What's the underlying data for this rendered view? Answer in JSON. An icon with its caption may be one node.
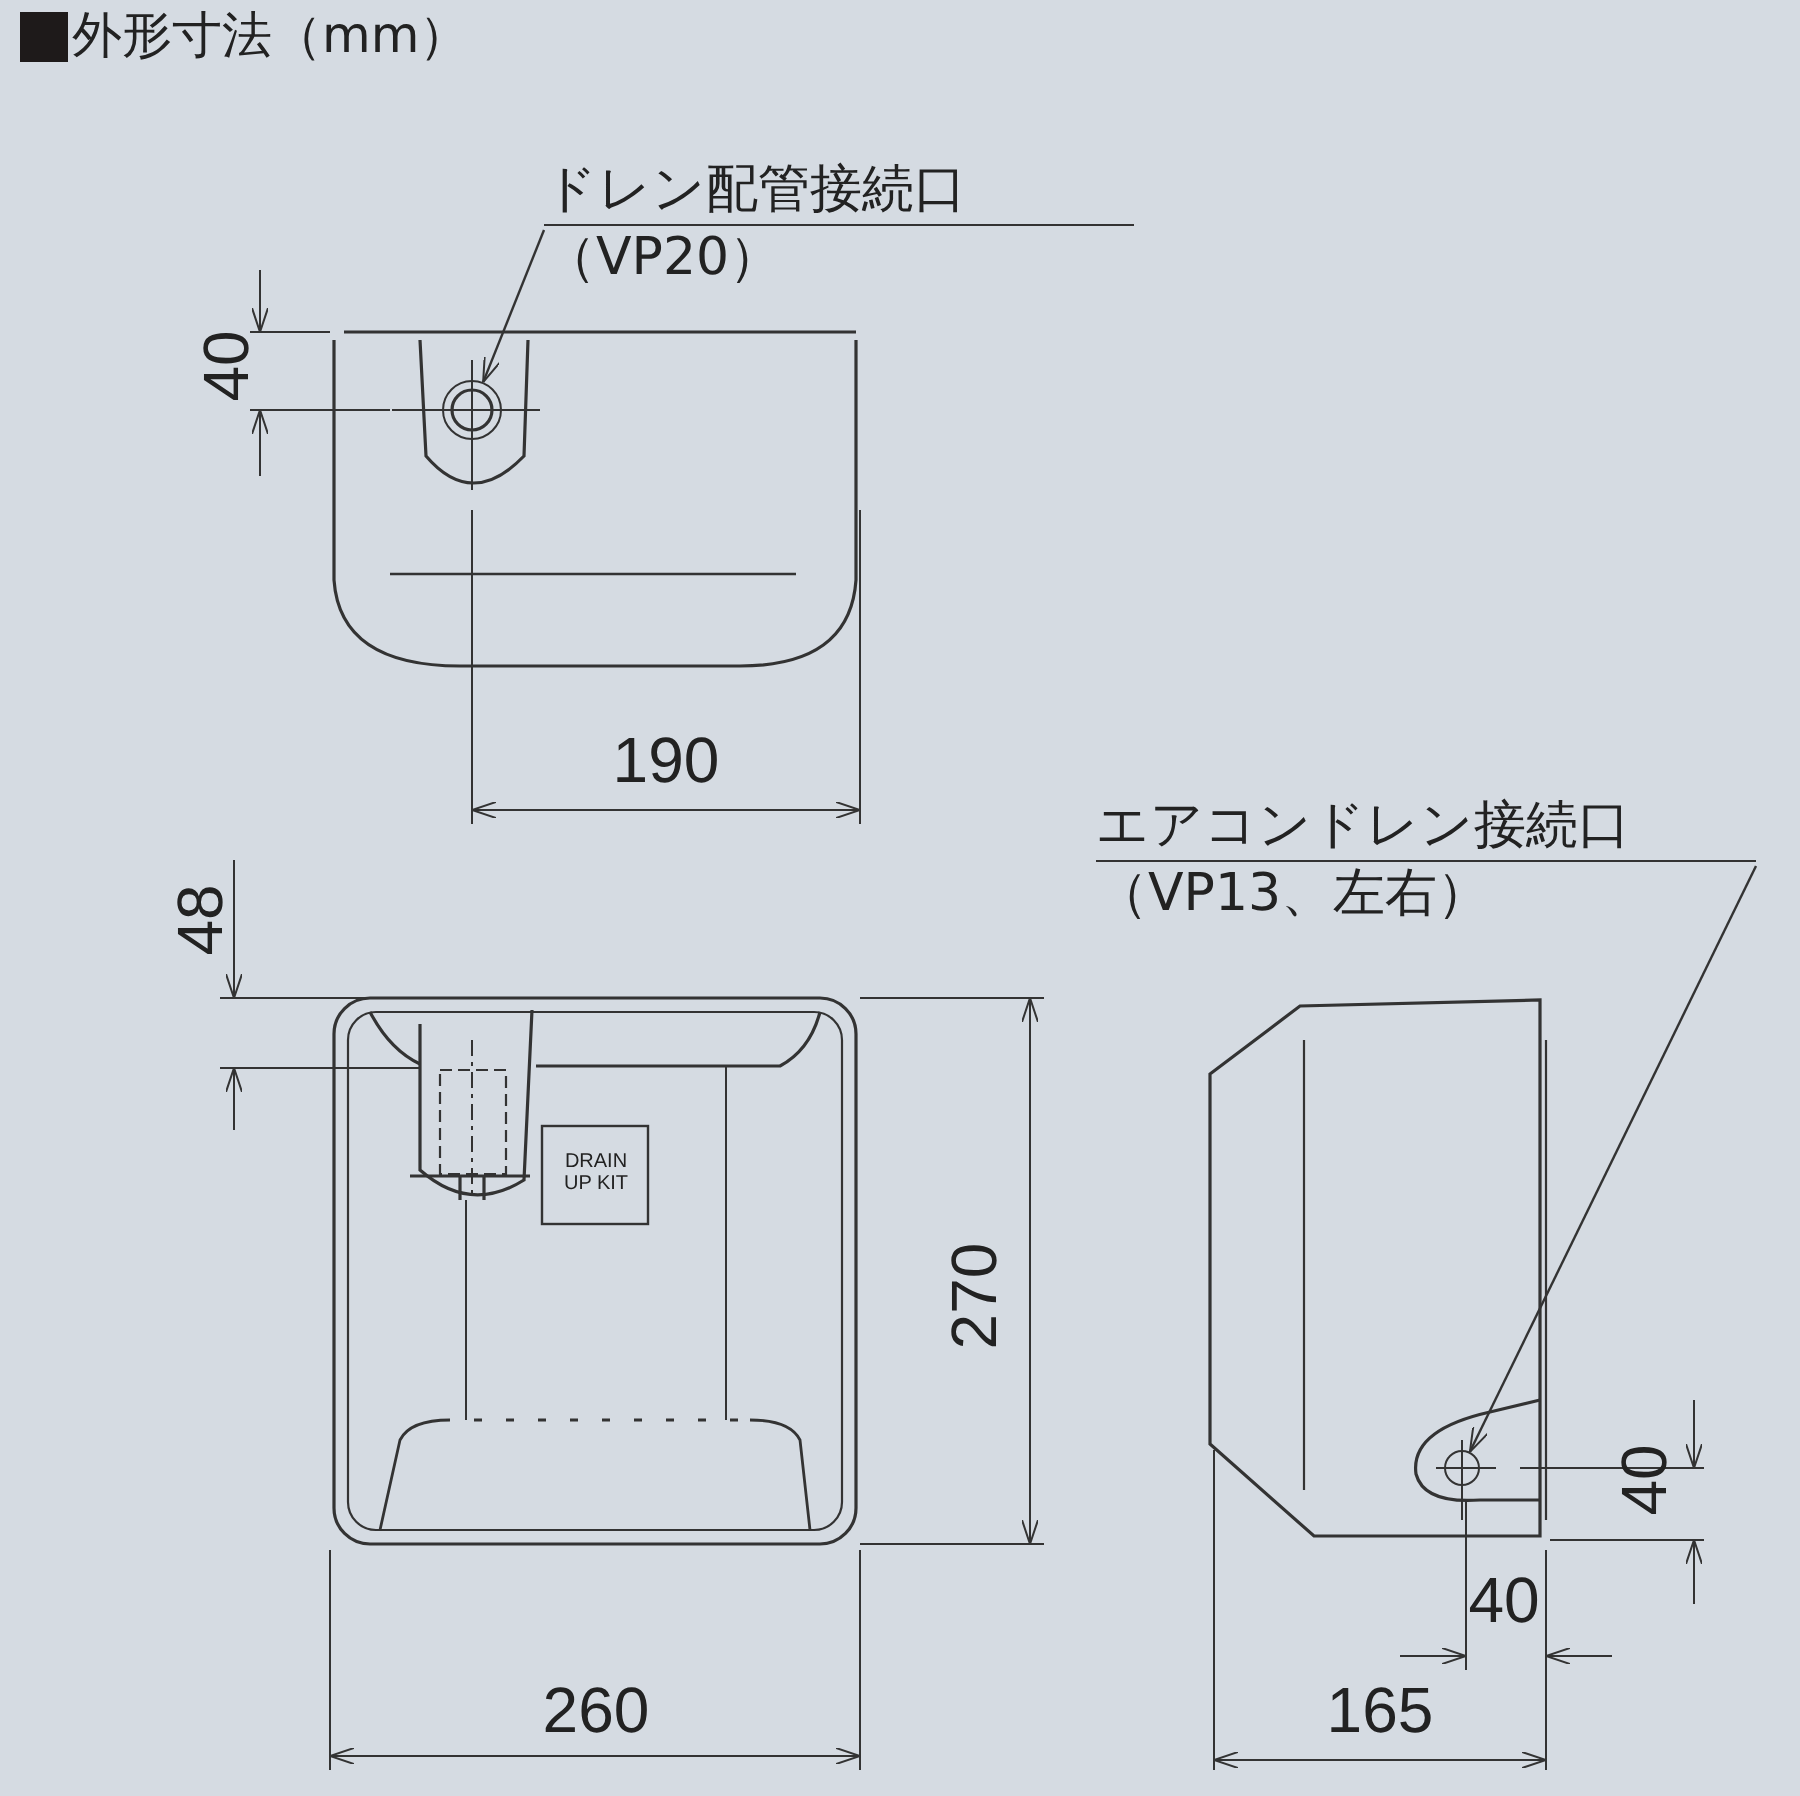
{
  "diagram": {
    "title": "外形寸法（mm）",
    "nodes": [
      {
        "text": [
          "ドレン配管接続口",
          "（VP20）"
        ]
      },
      {
        "text": [],
        "shape": "circle"
      },
      {
        "text": [
          "エアコンドレン接続口",
          "（VP13、左右）"
        ]
      },
      {
        "text": [],
        "shape": "circle"
      }
    ],
    "edges": [
      {
        "from": 0,
        "to": 1,
        "arrow": "to"
      },
      {
        "from": 2,
        "to": 3,
        "arrow": "to"
      }
    ],
    "labels": [
      "40",
      "190",
      "48",
      "DRAIN UP KIT",
      "270",
      "260",
      "40",
      "40",
      "165"
    ]
  }
}
